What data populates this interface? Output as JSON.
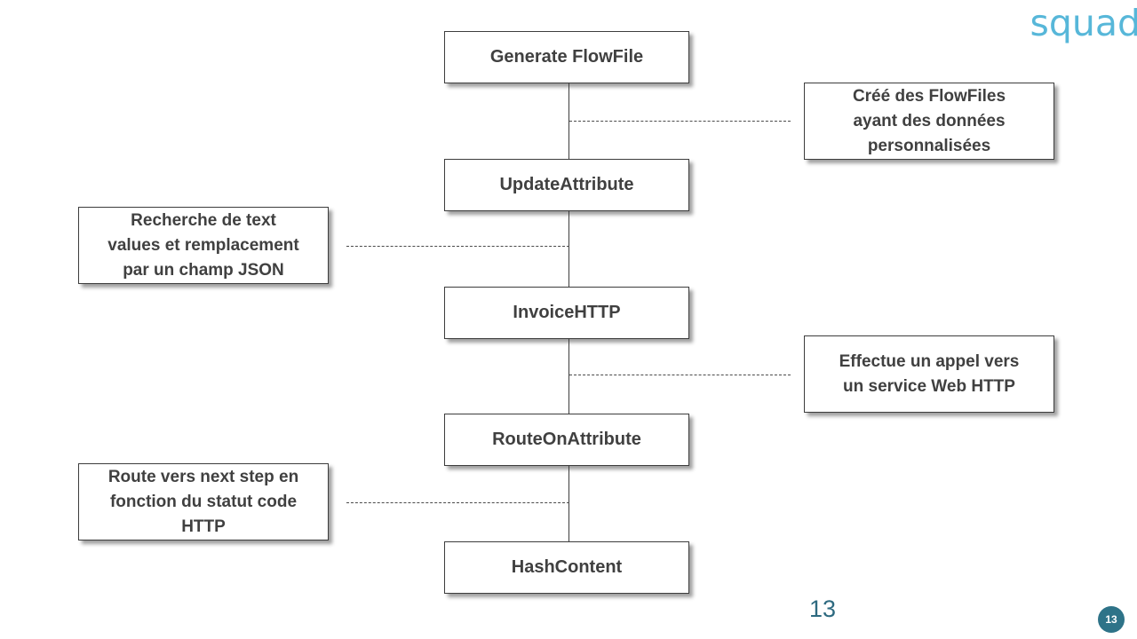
{
  "logo": {
    "text": "squad",
    "color": "#57B7D9"
  },
  "flow": {
    "nodes": [
      {
        "label": "Generate FlowFile"
      },
      {
        "label": "UpdateAttribute"
      },
      {
        "label": "InvoiceHTTP"
      },
      {
        "label": "RouteOnAttribute"
      },
      {
        "label": "HashContent"
      }
    ]
  },
  "notes": [
    {
      "side": "right",
      "lines": [
        "Créé des FlowFiles",
        "ayant des données",
        "personnalisées"
      ]
    },
    {
      "side": "left",
      "lines": [
        "Recherche de text",
        "values et remplacement",
        "par un champ JSON"
      ]
    },
    {
      "side": "right",
      "lines": [
        "Effectue un appel vers",
        "un service Web HTTP"
      ]
    },
    {
      "side": "left",
      "lines": [
        "Route vers next step en",
        "fonction du statut code",
        "HTTP"
      ]
    }
  ],
  "footer": {
    "page_number": "13",
    "badge_number": "13"
  },
  "colors": {
    "node_border": "#3d3d3d",
    "text": "#404040",
    "logo_blue": "#57B7D9",
    "page_number_teal": "#2E6A80",
    "badge_teal": "#2E7388"
  }
}
